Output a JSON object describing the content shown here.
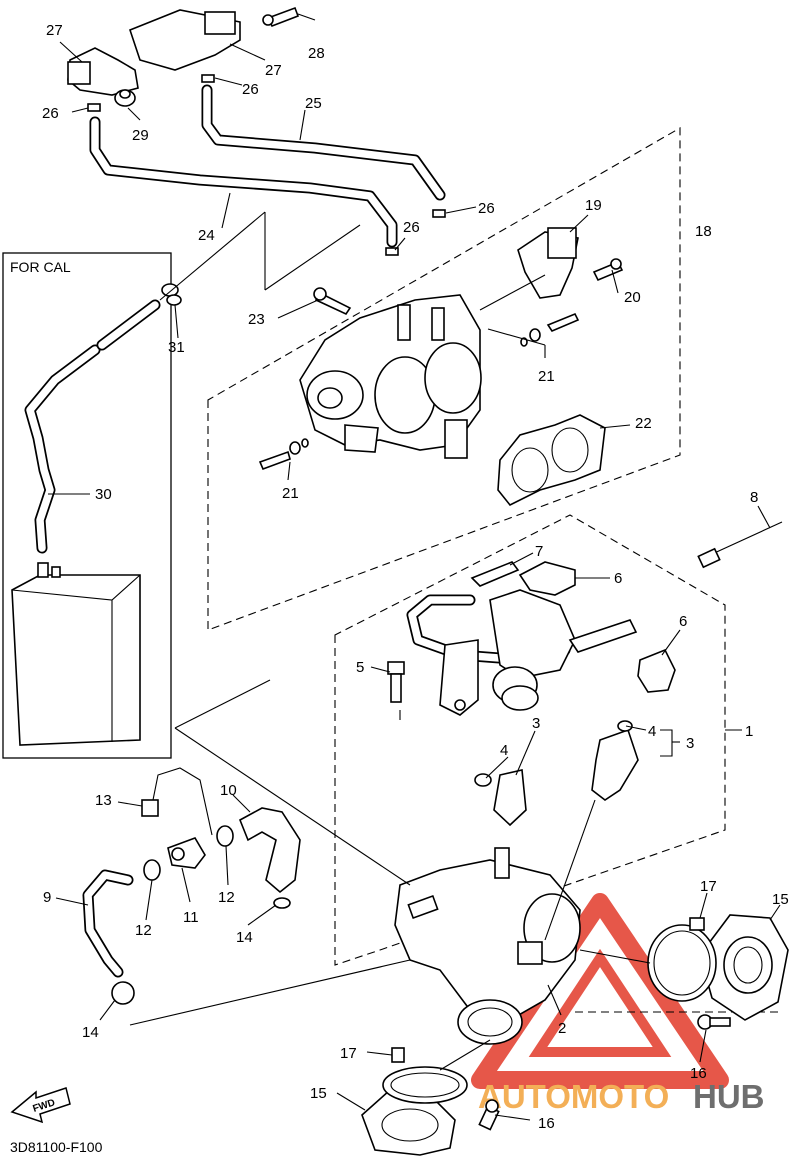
{
  "drawing": {
    "box_label": "FOR CAL",
    "drawing_code": "3D81100-F100",
    "fwd_label": "FWD"
  },
  "watermark": {
    "brand_part1": "AUTOMOTO",
    "brand_part2": "HUB",
    "color_red": "#e23a2a",
    "color_orange": "#f2a23a",
    "color_dark": "#555555"
  },
  "callouts": [
    "27",
    "28",
    "27",
    "26",
    "26",
    "29",
    "25",
    "26",
    "26",
    "19",
    "18",
    "24",
    "20",
    "23",
    "31",
    "21",
    "22",
    "21",
    "30",
    "8",
    "7",
    "6",
    "6",
    "5",
    "4",
    "3",
    "3",
    "1",
    "4",
    "13",
    "10",
    "17",
    "15",
    "9",
    "11",
    "12",
    "12",
    "14",
    "14",
    "2",
    "16",
    "17",
    "15",
    "16"
  ]
}
